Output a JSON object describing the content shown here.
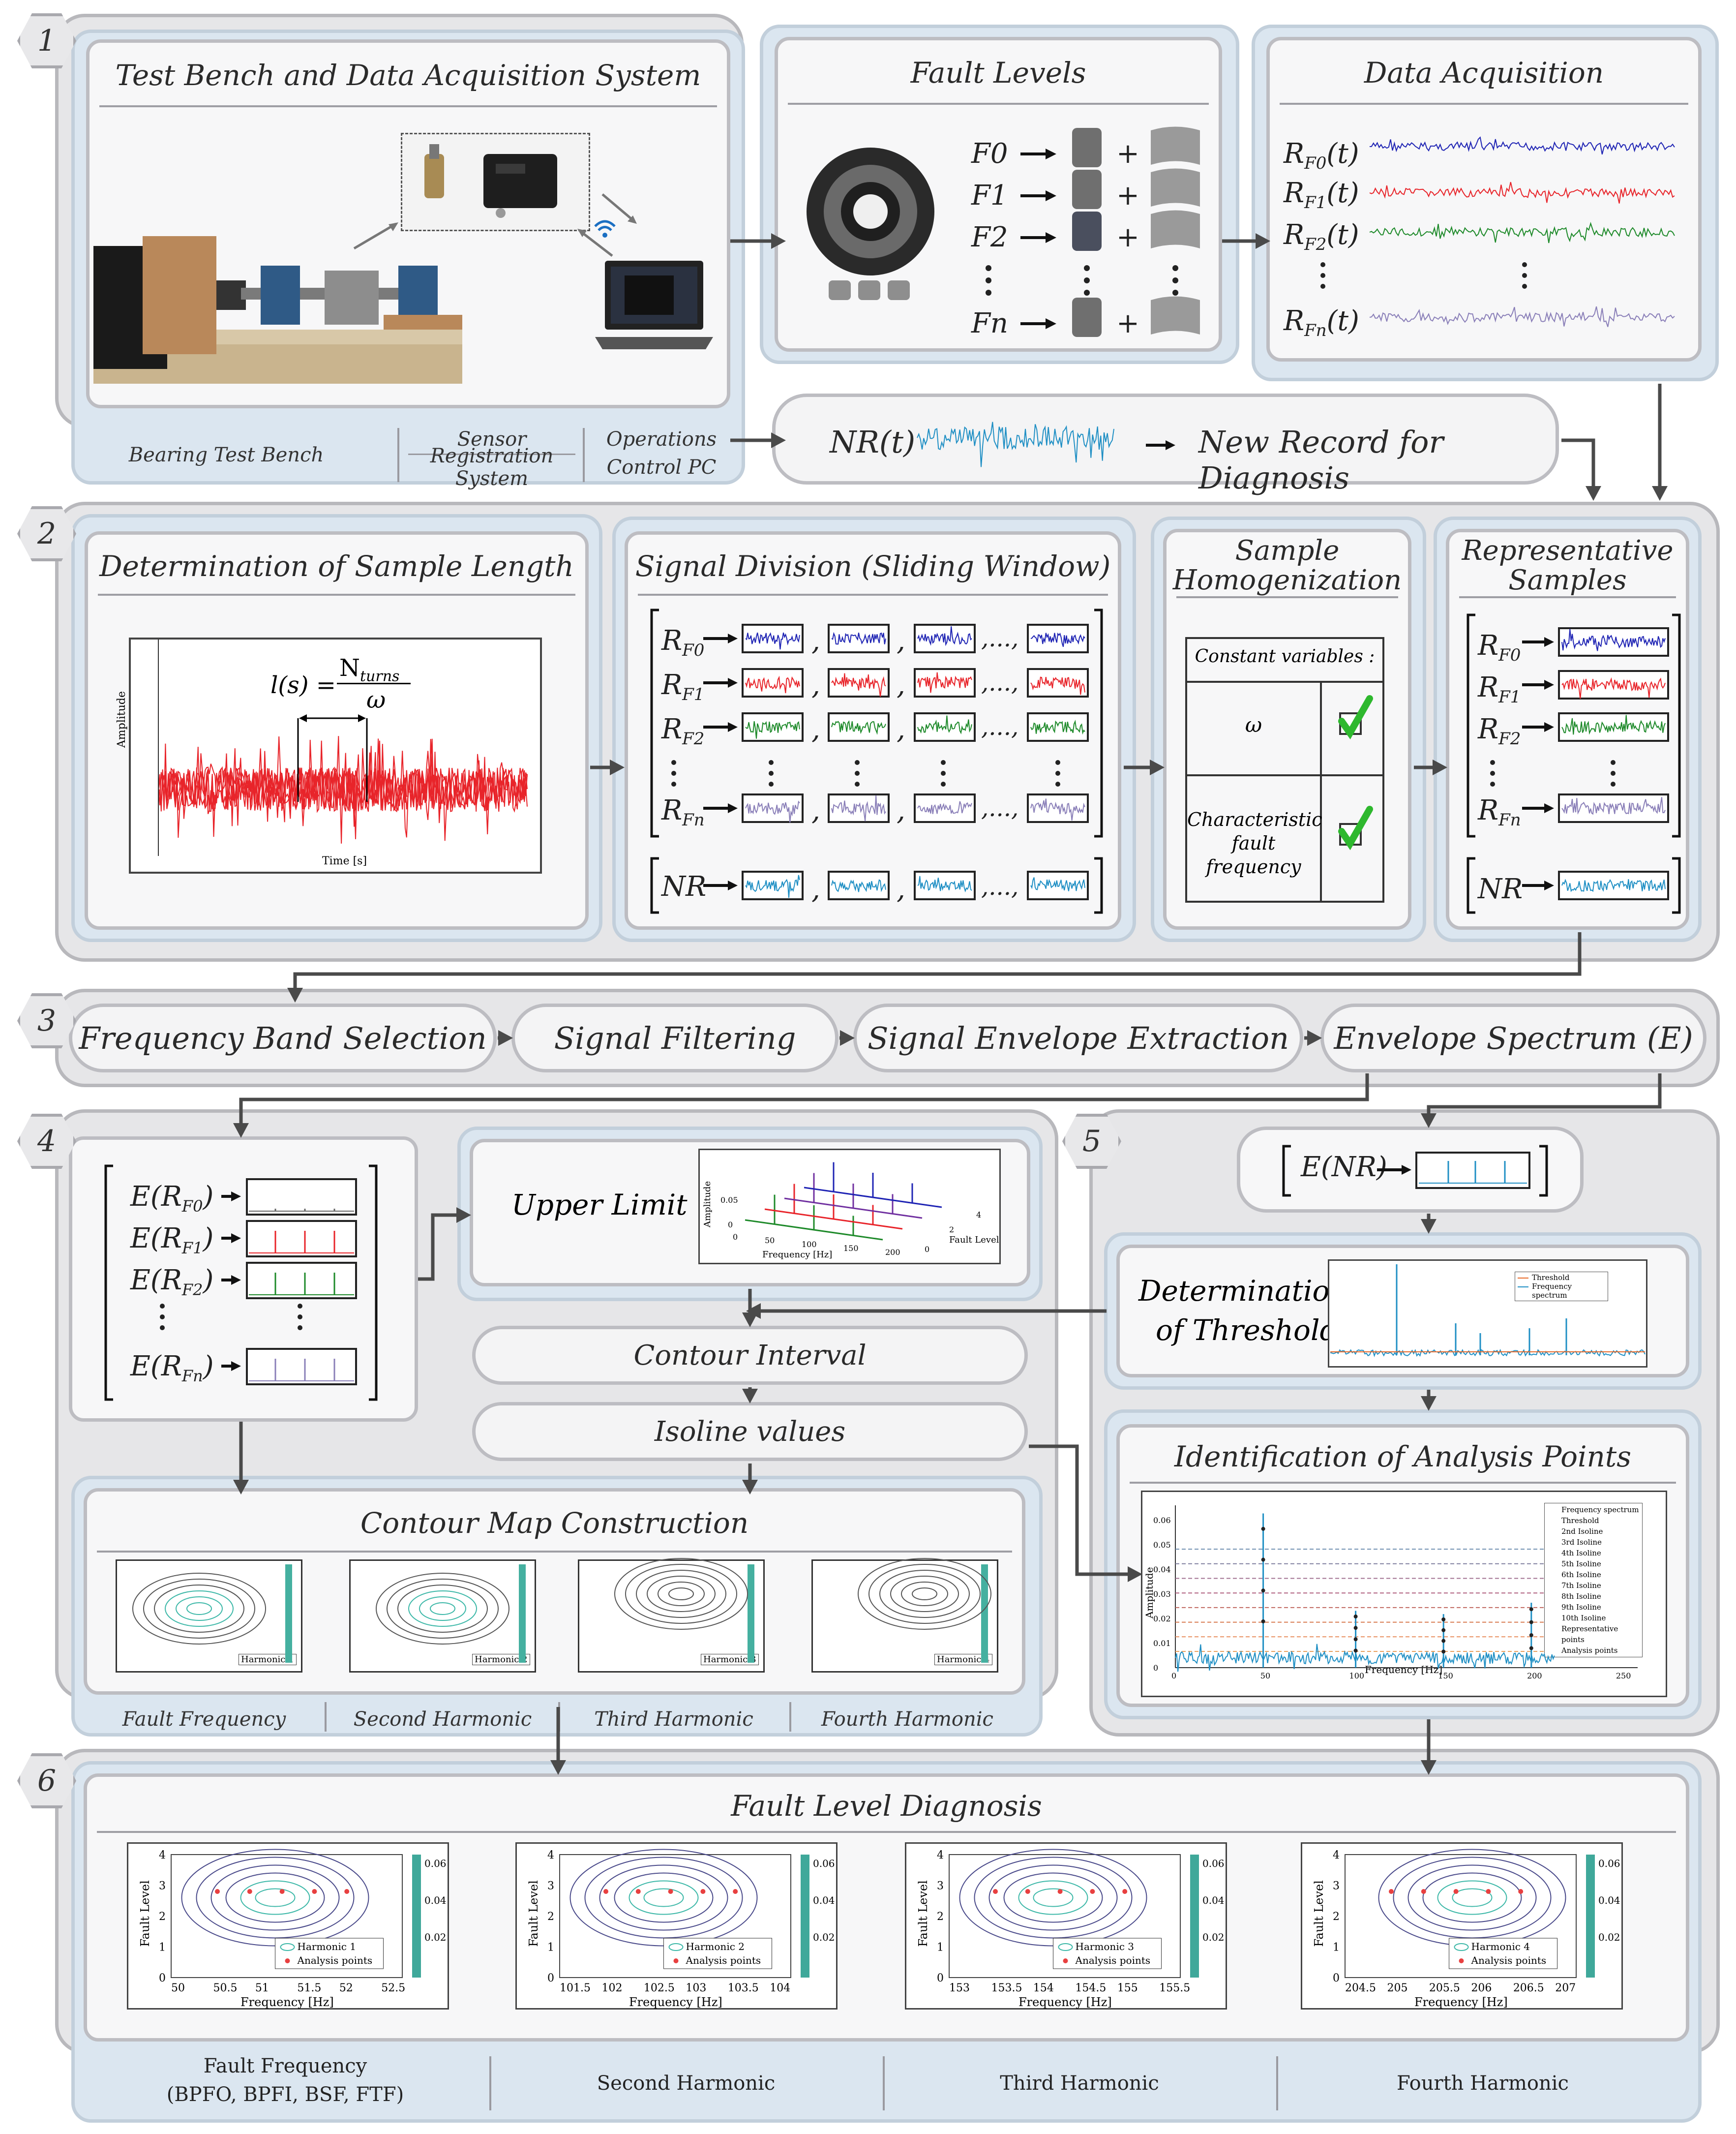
{
  "colors": {
    "f0": "#1f24b4",
    "f1": "#e8242a",
    "f2": "#1e8a2a",
    "fn": "#8a7fb8",
    "nr": "#1f8fc4",
    "arrow": "#4a4a4a",
    "check": "#2eb82e"
  },
  "stage1": {
    "num": "1",
    "test_bench": {
      "title": "Test Bench and Data Acquisition System",
      "foot": [
        "Bearing Test Bench",
        "Sensor",
        "Registration System",
        "Operations",
        "Control PC"
      ],
      "wifi_icon": "wifi-icon"
    },
    "fault_levels": {
      "title": "Fault Levels",
      "rows": [
        "F0",
        "F1",
        "F2",
        "Fn"
      ],
      "plus": "+"
    },
    "data_acq": {
      "title": "Data Acquisition",
      "rows": [
        {
          "label": "R",
          "sub": "F0",
          "arg": "(t)"
        },
        {
          "label": "R",
          "sub": "F1",
          "arg": "(t)"
        },
        {
          "label": "R",
          "sub": "F2",
          "arg": "(t)"
        },
        {
          "label": "R",
          "sub": "Fn",
          "arg": "(t)"
        }
      ]
    },
    "new_record": {
      "label": "NR(t)",
      "text": "New Record for Diagnosis"
    }
  },
  "stage2": {
    "num": "2",
    "sample_length": {
      "title": "Determination of Sample Length",
      "formula_lhs": "l(s) =",
      "formula_num": "N",
      "formula_num_sub": "turns",
      "formula_den": "ω",
      "ylabel": "Amplitude",
      "xlabel": "Time [s]"
    },
    "division": {
      "title": "Signal Division (Sliding Window)",
      "rows": [
        {
          "label": "R",
          "sub": "F0"
        },
        {
          "label": "R",
          "sub": "F1"
        },
        {
          "label": "R",
          "sub": "F2"
        },
        {
          "label": "R",
          "sub": "Fn"
        }
      ],
      "nr": "NR",
      "dots": ",...,",
      "comma": ","
    },
    "homog": {
      "title": [
        "Sample",
        "Homogenization"
      ],
      "head": "Constant variables :",
      "r1": "ω",
      "r2": [
        "Characteristic",
        "fault",
        "frequency"
      ]
    },
    "repr": {
      "title": [
        "Representative",
        "Samples"
      ],
      "rows": [
        {
          "label": "R",
          "sub": "F0"
        },
        {
          "label": "R",
          "sub": "F1"
        },
        {
          "label": "R",
          "sub": "F2"
        },
        {
          "label": "R",
          "sub": "Fn"
        }
      ],
      "nr": "NR"
    }
  },
  "stage3": {
    "num": "3",
    "steps": [
      "Frequency Band Selection",
      "Signal Filtering",
      "Signal Envelope Extraction",
      "Envelope Spectrum (E)"
    ]
  },
  "stage4": {
    "num": "4",
    "env": {
      "rows": [
        {
          "pre": "E(R",
          "sub": "F0",
          "post": ")"
        },
        {
          "pre": "E(R",
          "sub": "F1",
          "post": ")"
        },
        {
          "pre": "E(R",
          "sub": "F2",
          "post": ")"
        },
        {
          "pre": "E(R",
          "sub": "Fn",
          "post": ")"
        }
      ]
    },
    "upper": {
      "title": "Upper Limit",
      "ylabel": "Amplitude",
      "xlabel": "Frequency [Hz]",
      "zlabel": "Fault Level",
      "yticks": [
        "0.05",
        "0"
      ],
      "xticks": [
        "0",
        "50",
        "100",
        "150",
        "200"
      ],
      "zticks": [
        "4",
        "2",
        "0"
      ]
    },
    "contour_interval": "Contour Interval",
    "isoline": "Isoline values",
    "map": {
      "title": "Contour Map Construction",
      "legends": [
        "Harmonic 1",
        "Harmonic 2",
        "Harmonic 3",
        "Harmonic 4"
      ]
    },
    "foot": [
      "Fault Frequency",
      "Second Harmonic",
      "Third Harmonic",
      "Fourth Harmonic"
    ]
  },
  "stage5": {
    "num": "5",
    "enr": {
      "pre": "E(NR)"
    },
    "threshold": {
      "title": [
        "Determination",
        "of Threshold"
      ],
      "legend": [
        "Threshold",
        "Frequency spectrum"
      ]
    },
    "analysis": {
      "title": "Identification of Analysis Points",
      "ylabel": "Amplitude",
      "xlabel": "Frequency [Hz]",
      "yticks": [
        "0.06",
        "0.05",
        "0.04",
        "0.03",
        "0.02",
        "0.01",
        "0"
      ],
      "xticks": [
        "0",
        "50",
        "100",
        "150",
        "200",
        "250"
      ],
      "legend": [
        "Frequency spectrum",
        "Threshold",
        "2nd Isoline",
        "3rd Isoline",
        "4th Isoline",
        "5th Isoline",
        "6th Isoline",
        "7th Isoline",
        "8th Isoline",
        "9th Isoline",
        "10th Isoline",
        "Representative points",
        "Analysis points"
      ]
    }
  },
  "stage6": {
    "num": "6",
    "title": "Fault Level Diagnosis",
    "plots": [
      {
        "legend": "Harmonic 1",
        "xticks": [
          "50",
          "50.5",
          "51",
          "51.5",
          "52",
          "52.5"
        ]
      },
      {
        "legend": "Harmonic 2",
        "xticks": [
          "101.5",
          "102",
          "102.5",
          "103",
          "103.5",
          "104"
        ]
      },
      {
        "legend": "Harmonic 3",
        "xticks": [
          "153",
          "153.5",
          "154",
          "154.5",
          "155",
          "155.5"
        ]
      },
      {
        "legend": "Harmonic 4",
        "xticks": [
          "204.5",
          "205",
          "205.5",
          "206",
          "206.5",
          "207"
        ]
      }
    ],
    "points_label": "Analysis points",
    "ylabel": "Fault Level",
    "xlabel": "Frequency [Hz]",
    "yticks": [
      "4",
      "3",
      "2",
      "1",
      "0"
    ],
    "cticks": [
      "0.06",
      "0.04",
      "0.02"
    ],
    "foot": [
      "Fault Frequency",
      "(BPFO, BPFI, BSF, FTF)",
      "Second Harmonic",
      "Third Harmonic",
      "Fourth Harmonic"
    ]
  }
}
